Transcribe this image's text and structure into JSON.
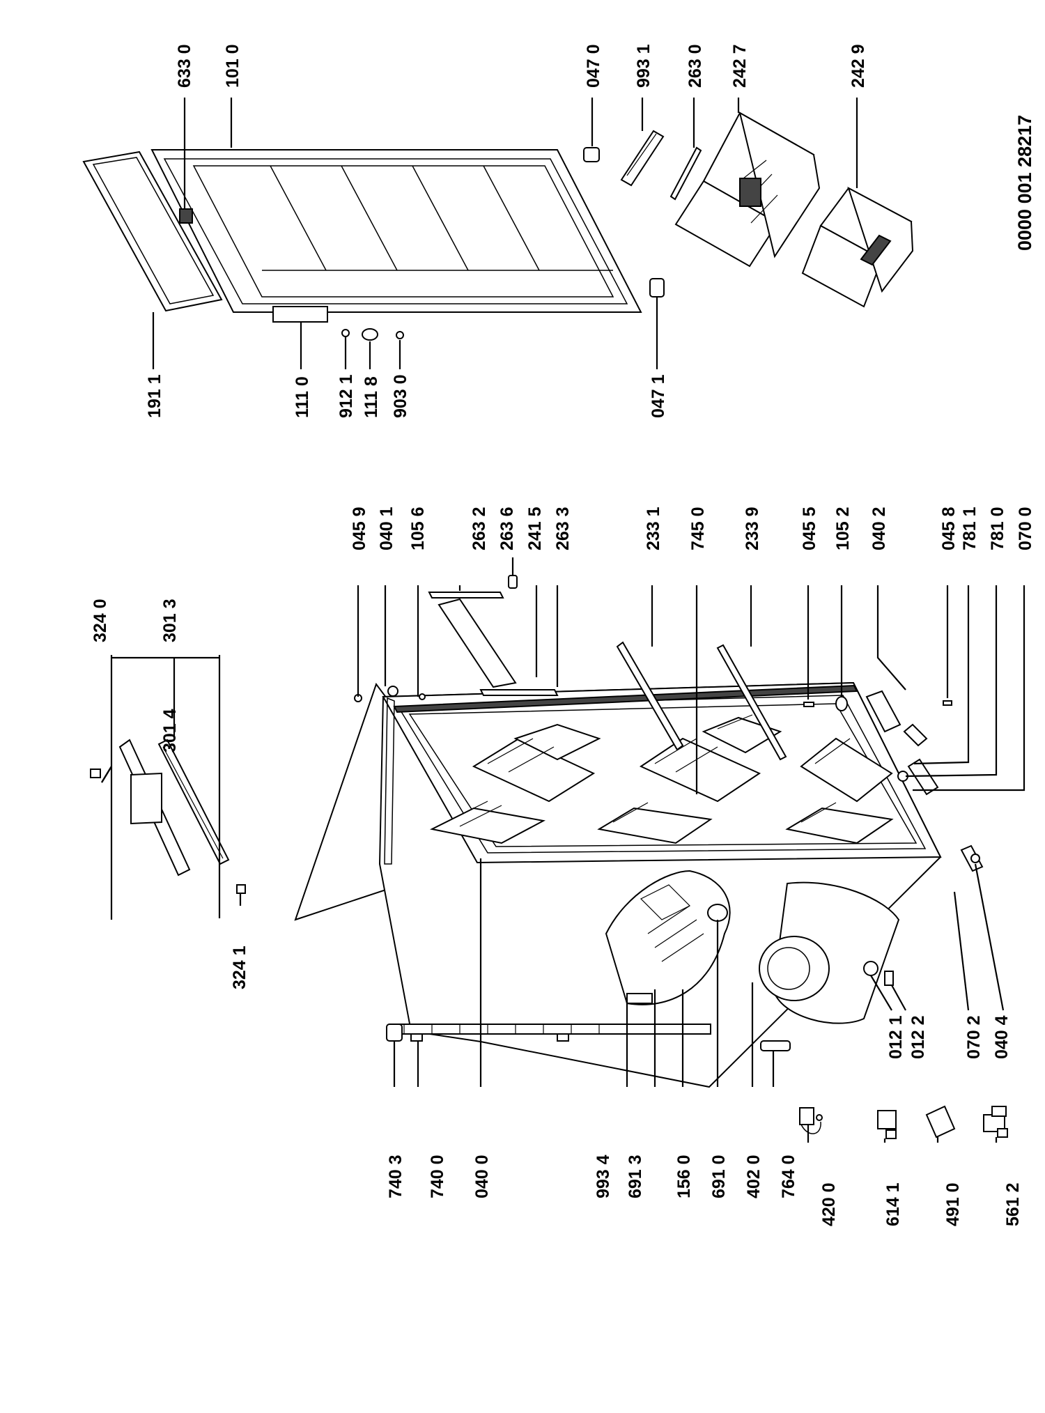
{
  "document_number": "0000 001 28217",
  "labels": [
    "324 0",
    "301 3",
    "301 4",
    "324 1",
    "045 9",
    "040 1",
    "105 6",
    "263 2",
    "263 6",
    "241 5",
    "263 3",
    "233 1",
    "745 0",
    "233 9",
    "045 5",
    "105 2",
    "040 2",
    "045 8",
    "781 1",
    "781 0",
    "070 0",
    "191 1",
    "111 0",
    "912 1",
    "111 8",
    "903 0",
    "047 1",
    "633 0",
    "101 0",
    "047 0",
    "993 1",
    "263 0",
    "242 7",
    "242 9",
    "740 3",
    "740 0",
    "040 0",
    "993 4",
    "691 3",
    "156 0",
    "691 0",
    "402 0",
    "764 0",
    "420 0",
    "614 1",
    "491 0",
    "561 2",
    "012 1",
    "012 2",
    "070 2",
    "040 4"
  ]
}
